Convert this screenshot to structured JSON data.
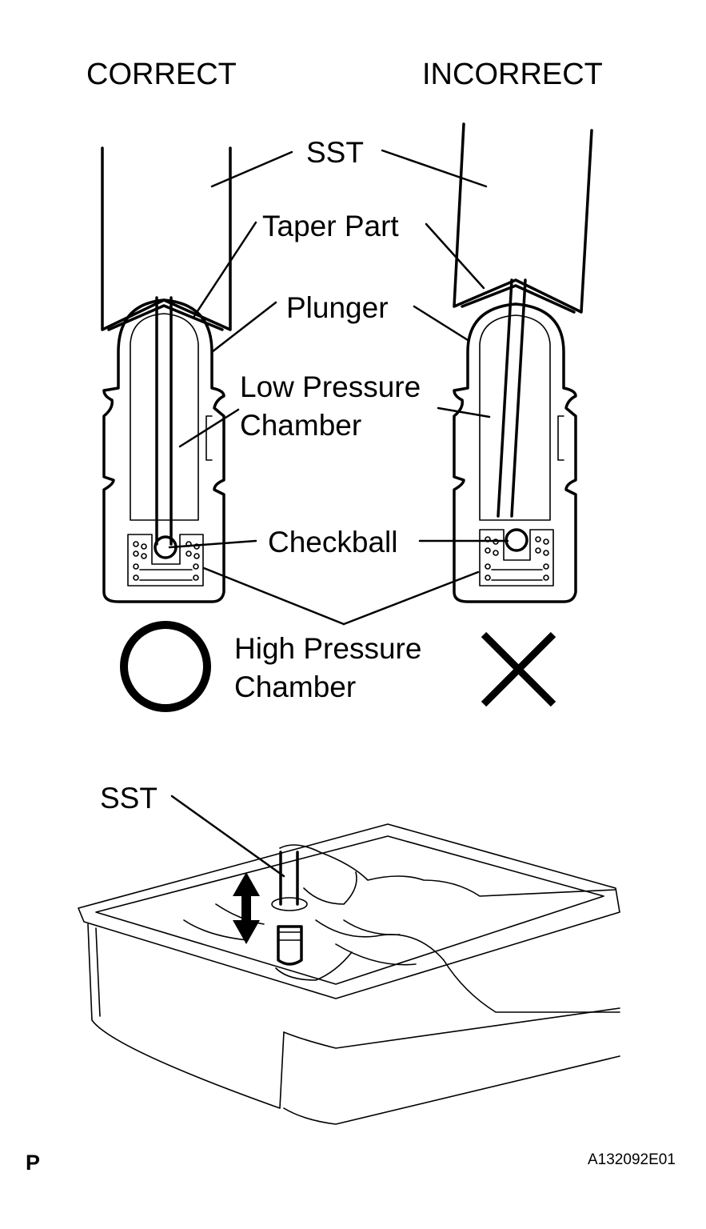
{
  "headings": {
    "correct": "CORRECT",
    "incorrect": "INCORRECT"
  },
  "labels": {
    "sst_top": "SST",
    "taper_part": "Taper Part",
    "plunger": "Plunger",
    "low_pressure_line1": "Low Pressure",
    "low_pressure_line2": "Chamber",
    "checkball": "Checkball",
    "high_pressure_line1": "High Pressure",
    "high_pressure_line2": "Chamber",
    "sst_bottom": "SST"
  },
  "symbols": {
    "correct": "circle-correct-icon",
    "incorrect": "cross-incorrect-icon"
  },
  "footer": {
    "page_letter": "P",
    "figure_code": "A132092E01"
  },
  "colors": {
    "ink": "#000000",
    "background": "#ffffff"
  }
}
